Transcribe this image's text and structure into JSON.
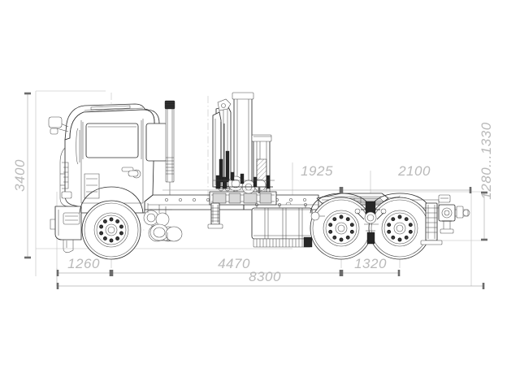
{
  "drawing": {
    "title": "Truck side elevation dimensioned drawing",
    "subject": "6x4 tractor truck with rear-cab knuckle-boom crane",
    "view": "side elevation",
    "background_color": "#ffffff",
    "line_color": "#2f2f2f",
    "dimension_color": "#b9b9b9"
  },
  "dimensions": {
    "height_overall": {
      "label": "3400",
      "orientation": "vertical",
      "position": "left",
      "description": "overall vehicle height"
    },
    "fifth_wheel_height": {
      "label": "1280...1330",
      "orientation": "vertical",
      "position": "right",
      "description": "coupling height range"
    },
    "crane_to_fifthwheel": {
      "label": "1925",
      "orientation": "horizontal",
      "position": "upper-middle"
    },
    "fifthwheel_to_rear": {
      "label": "2100",
      "orientation": "horizontal",
      "position": "upper-right"
    },
    "front_overhang": {
      "label": "1260",
      "orientation": "horizontal",
      "position": "lower-left"
    },
    "wheelbase": {
      "label": "4470",
      "orientation": "horizontal",
      "position": "lower-middle"
    },
    "bogie_spread": {
      "label": "1320",
      "orientation": "horizontal",
      "position": "lower-right"
    },
    "length_overall": {
      "label": "8300",
      "orientation": "horizontal",
      "position": "bottom"
    }
  },
  "components": {
    "cab": "cab",
    "mirror": "side-mirror",
    "door_window": "door-window",
    "quarter_window": "quarter-window",
    "exhaust_stack": "exhaust-stack",
    "front_bumper": "front-bumper",
    "headlight": "headlight",
    "front_wheel": "front-wheel",
    "rear_wheel_front": "rear-wheel-forward",
    "rear_wheel_rear": "rear-wheel-aft",
    "crane": "knuckle-boom-crane",
    "crane_column": "crane-column",
    "outrigger": "outrigger",
    "fuel_tank": "fuel-tank",
    "frame_rail": "frame-rail",
    "fifth_wheel": "fifth-wheel-coupling",
    "rear_hitch": "rear-tow-hitch",
    "mudflap": "mudflap"
  }
}
